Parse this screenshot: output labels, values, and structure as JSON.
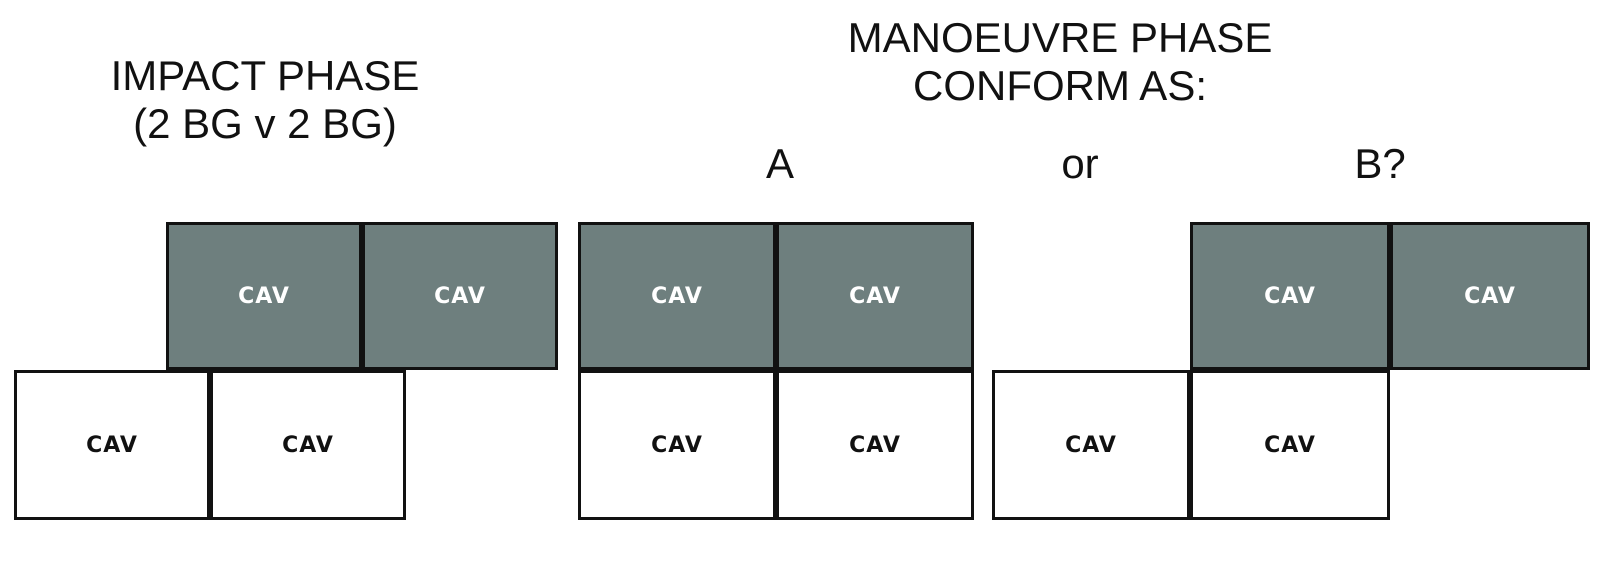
{
  "headings": {
    "impact": {
      "line1": "IMPACT PHASE",
      "line2": "(2 BG v 2 BG)"
    },
    "manoeuvre": {
      "line1": "MANOEUVRE PHASE",
      "line2": "CONFORM AS:"
    }
  },
  "options": {
    "a": "A",
    "or": "or",
    "b": "B?"
  },
  "unit_label": "CAV",
  "colors": {
    "enemy_fill": "#6e7f7e",
    "friendly_fill": "#ffffff",
    "outline": "#111111"
  }
}
